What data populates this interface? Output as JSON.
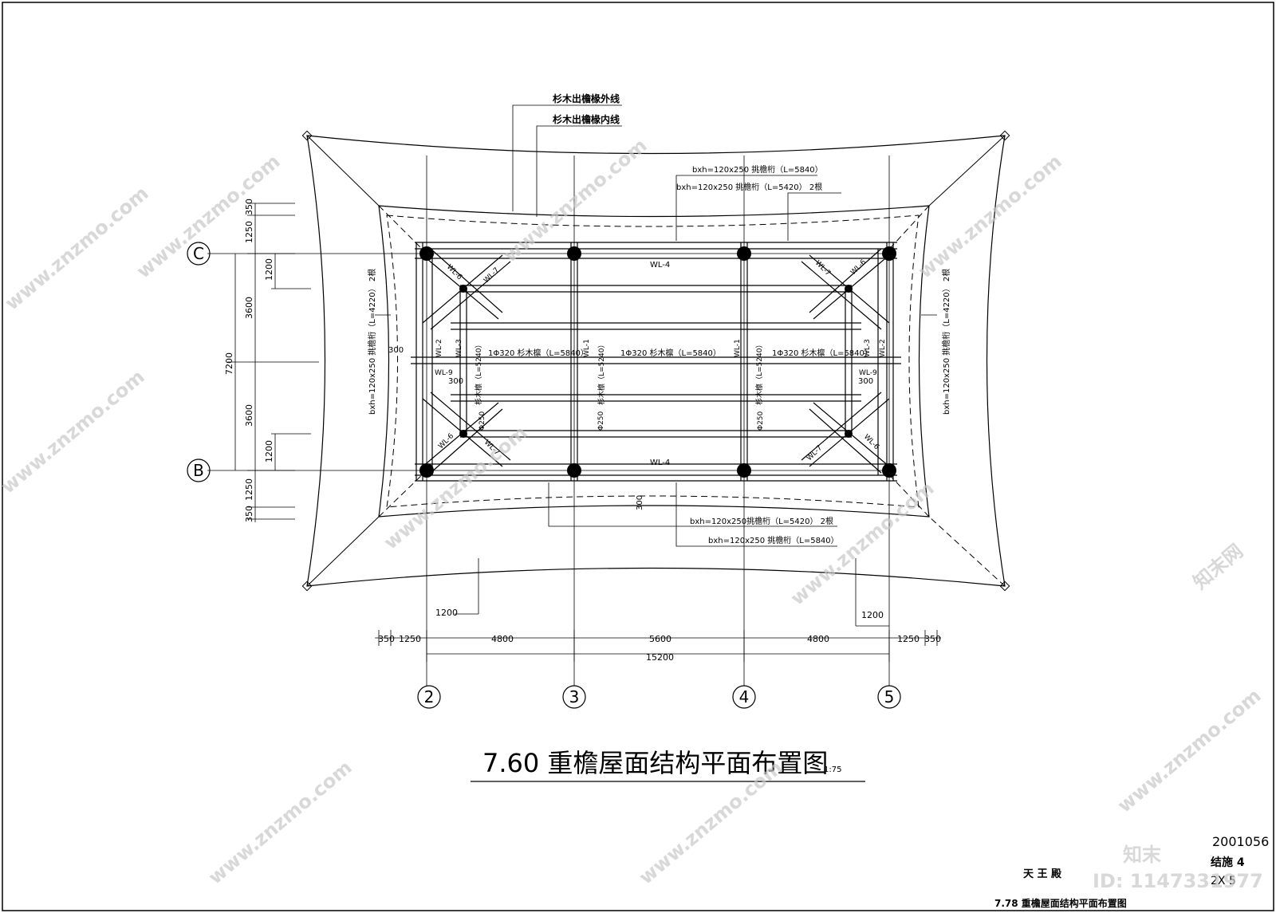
{
  "drawing": {
    "title": "7.60 重檐屋面结构平面布置图",
    "scale": "1:75"
  },
  "grid": {
    "rows": [
      "C",
      "B"
    ],
    "cols": [
      "2",
      "3",
      "4",
      "5"
    ]
  },
  "annotations": {
    "eave_outer": "杉木出檐椽外线",
    "eave_inner": "杉木出檐椽内线",
    "beam_top_1": "bxh=120x250 挑檐桁（L=5840）",
    "beam_top_2": "bxh=120x250 挑檐桁（L=5420） 2根",
    "beam_bot_1": "bxh=120x250挑檐桁（L=5420） 2根",
    "beam_bot_2": "bxh=120x250 挑檐桁（L=5840）",
    "side_left": "bxh=120x250 挑檐桁（L=4220） 2根",
    "side_right": "bxh=120x250 挑檐桁（L=4220） 2根",
    "purlin_left": "1Φ320 杉木檩（L=5840）",
    "purlin_mid": "1Φ320 杉木檩（L=5840）",
    "purlin_right": "1Φ320 杉木檩（L=5840）",
    "rafter_vert": "杉木檩（L=5240）",
    "phi250": "Φ250",
    "wl1": "WL-1",
    "wl2": "WL-2",
    "wl3": "WL-3",
    "wl4": "WL-4",
    "wl6": "WL-6",
    "wl7": "WL-7",
    "wl9": "WL-9"
  },
  "dimensions": {
    "left": [
      "350",
      "1250",
      "1200",
      "3600",
      "7200",
      "3600",
      "1200",
      "1250",
      "350"
    ],
    "d300": "300",
    "bottom_row1": [
      "1200",
      "1200"
    ],
    "bottom_row2": [
      "350",
      "1250",
      "4800",
      "5600",
      "4800",
      "1250",
      "350"
    ],
    "total": "15200"
  },
  "title_block": {
    "drawing_no": "2001056",
    "sheet": "结施 4",
    "sheet_of": "2X 5",
    "building": "天 王 殿",
    "subtitle": "7.78 重檐屋面结构平面布置图"
  },
  "watermark": {
    "site": "www.znzmo.com",
    "cn": "知末网",
    "logo": "知末",
    "id": "ID: 1147331977"
  }
}
